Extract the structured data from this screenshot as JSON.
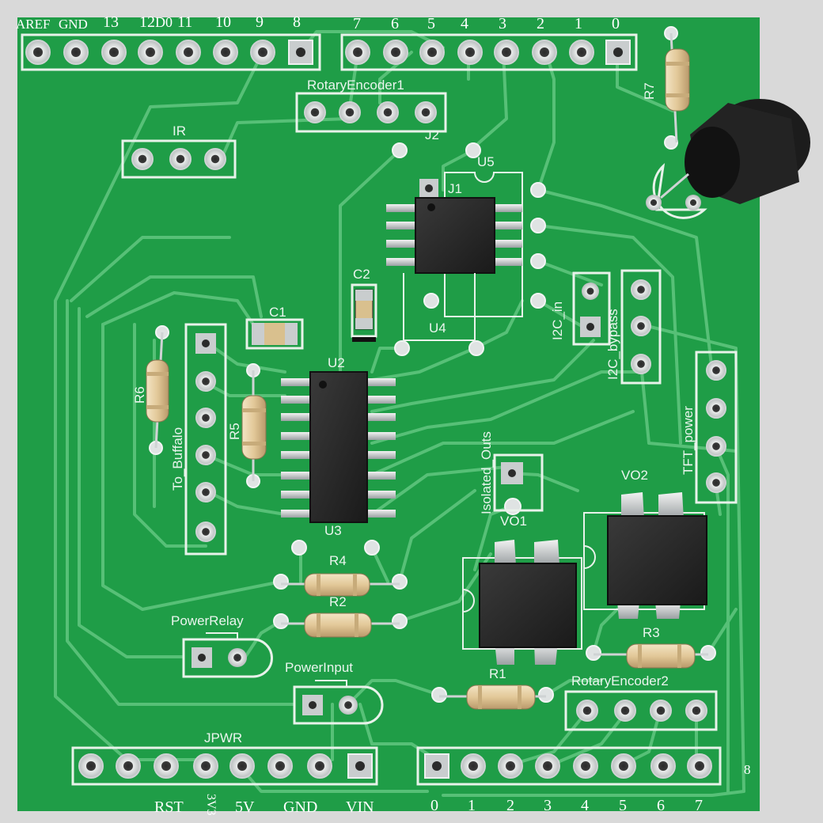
{
  "colors": {
    "board": "#1e9e48",
    "trace": "#4fc06f",
    "silkscreen": "#e8f2ea",
    "pad": "#cfd3d4",
    "ic_body": "#2a2a2a",
    "resistor_body": "#e6cfa3"
  },
  "header_top_left": {
    "labels": [
      "AREF",
      "GND",
      "13",
      "12",
      "D0",
      "11",
      "10",
      "9",
      "8"
    ]
  },
  "header_top_right": {
    "labels": [
      "7",
      "6",
      "5",
      "4",
      "3",
      "2",
      "1",
      "0"
    ]
  },
  "header_bottom_left": {
    "labels": [
      "RST",
      "3V3",
      "5V",
      "GND",
      "VIN"
    ],
    "title": "JPWR"
  },
  "header_bottom_right": {
    "labels": [
      "0",
      "1",
      "2",
      "3",
      "4",
      "5",
      "6",
      "7"
    ],
    "corner_label": "8"
  },
  "components": {
    "rotary_encoder_1": "RotaryEncoder1",
    "ir": "IR",
    "j2": "J2",
    "u5": "U5",
    "j1": "J1",
    "r7": "R7",
    "c2": "C2",
    "c1": "C1",
    "u4": "U4",
    "i2c_in": "I2C_in",
    "i2c_bypass": "I2C_bypass",
    "u2": "U2",
    "u3": "U3",
    "r6": "R6",
    "r5": "R5",
    "to_buffalo": "To_Buffalo",
    "tft_power": "TFT_power",
    "isolated_outs": "Isolated_Outs",
    "vo2": "VO2",
    "vo1": "VO1",
    "r4": "R4",
    "r2": "R2",
    "r3": "R3",
    "r1": "R1",
    "power_relay": "PowerRelay",
    "power_input": "PowerInput",
    "rotary_encoder_2": "RotaryEncoder2"
  }
}
